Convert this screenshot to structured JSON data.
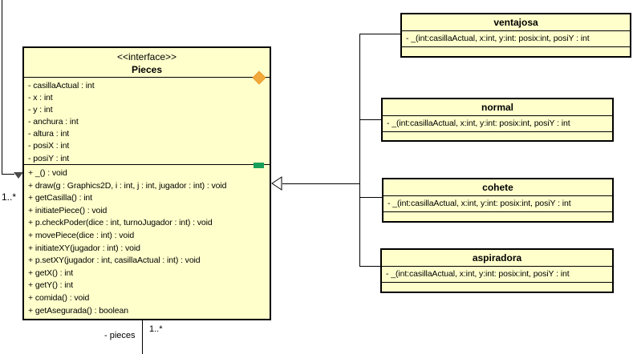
{
  "uml": {
    "interface": {
      "stereotype": "<<interface>>",
      "name": "Pieces",
      "attributes": [
        "- casillaActual : int",
        "- x : int",
        "- y : int",
        "- anchura : int",
        "- altura : int",
        "- posiX : int",
        "- posiY : int"
      ],
      "methods": [
        "+ _() : void",
        "+ draw(g : Graphics2D, i : int, j : int, jugador : int) : void",
        "+ getCasilla() : int",
        "+ initiatePiece() : void",
        "+ p.checkPoder(dice : int, turnoJugador : int) : void",
        "+ movePiece(dice : int) : void",
        "+ initiateXY(jugador : int) : void",
        "+ p.setXY(jugador : int, casillaActual : int) : void",
        "+ getX() : int",
        "+ getY() : int",
        "+ comida() : void",
        "+ getAsegurada() : boolean"
      ]
    },
    "classes": [
      {
        "name": "ventajosa",
        "constructor": "- _(int:casillaActual, x:int, y:int: posix:int, posiY : int"
      },
      {
        "name": "normal",
        "constructor": "- _(int:casillaActual, x:int, y:int: posix:int, posiY : int"
      },
      {
        "name": "cohete",
        "constructor": "- _(int:casillaActual, x:int, y:int: posix:int, posiY : int"
      },
      {
        "name": "aspiradora",
        "constructor": "- _(int:casillaActual, x:int, y:int: posix:int, posiY : int"
      }
    ],
    "associations": {
      "left_multiplicity": "1..*",
      "bottom_role_label": "- pieces",
      "bottom_multiplicity": "1..*"
    },
    "colors": {
      "class_fill": "#ffffcc",
      "border": "#000000",
      "attribute_marker": "#f2a93c",
      "method_marker": "#18a05a"
    }
  }
}
